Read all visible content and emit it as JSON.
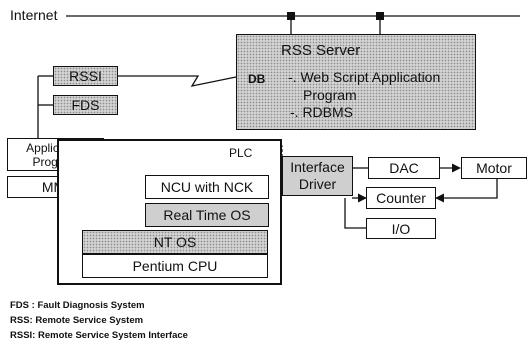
{
  "nodes": {
    "internet": "Internet",
    "rss_server": "RSS Server",
    "db": "DB",
    "server_items": [
      "-. Web Script Application",
      "Program",
      "-. RDBMS"
    ],
    "rssi": "RSSI",
    "fds": "FDS",
    "application_program": [
      "Application",
      "Program"
    ],
    "mmi": "MMI",
    "plc": "PLC",
    "ncu": "NCU with NCK",
    "realtime_os": "Real Time OS",
    "nt_os": "NT OS",
    "cpu": "Pentium CPU",
    "interface_driver": [
      "Interface",
      "Driver"
    ],
    "dac": "DAC",
    "motor": "Motor",
    "counter": "Counter",
    "io": "I/O"
  },
  "legend": [
    "FDS : Fault Diagnosis System",
    "RSS: Remote Service System",
    "RSSI: Remote Service System Interface"
  ],
  "colors": {
    "line": "#111111",
    "shade": "#cfcfcf"
  }
}
